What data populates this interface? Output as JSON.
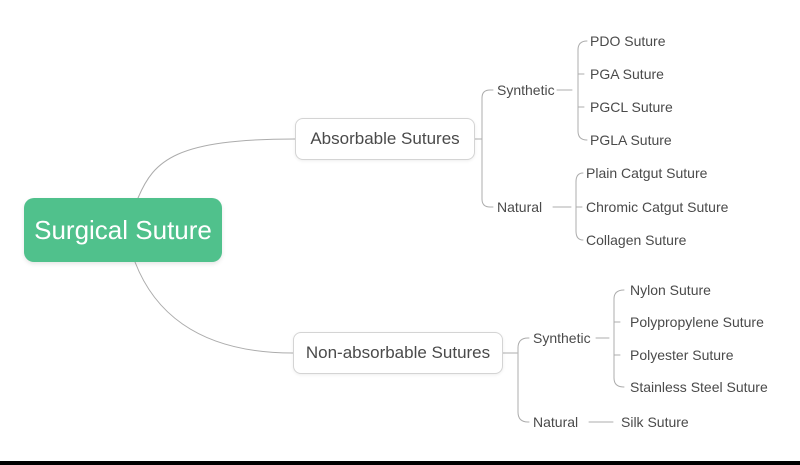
{
  "root": {
    "label": "Surgical Suture"
  },
  "branches": [
    {
      "label": "Absorbable Sutures",
      "groups": [
        {
          "label": "Synthetic",
          "items": [
            "PDO Suture",
            "PGA Suture",
            "PGCL Suture",
            "PGLA Suture"
          ]
        },
        {
          "label": "Natural",
          "items": [
            "Plain Catgut Suture",
            "Chromic Catgut Suture",
            "Collagen Suture"
          ]
        }
      ]
    },
    {
      "label": "Non-absorbable Sutures",
      "groups": [
        {
          "label": "Synthetic",
          "items": [
            "Nylon Suture",
            "Polypropylene Suture",
            "Polyester Suture",
            "Stainless Steel Suture"
          ]
        },
        {
          "label": "Natural",
          "items": [
            "Silk Suture"
          ]
        }
      ]
    }
  ],
  "colors": {
    "root_fill": "#50C18C",
    "root_text": "#FFFFFF",
    "node_text": "#4A4A4A",
    "node_border": "#D4D4D4",
    "line": "#ACACAC",
    "bottom_bar": "#000000"
  }
}
